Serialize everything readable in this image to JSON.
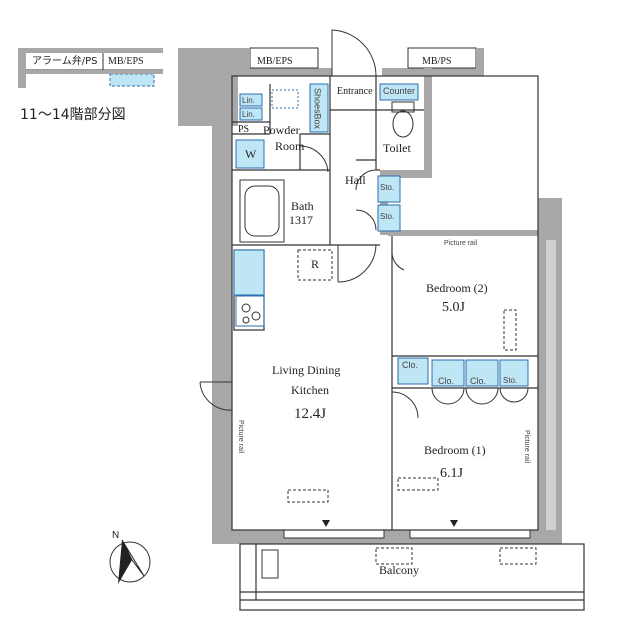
{
  "legend": {
    "alarm_valve_ps": "アラーム弁/PS",
    "mb_eps": "MB/EPS",
    "floor_note": "11〜14階部分図"
  },
  "rooms": {
    "mb_eps_top": "MB/EPS",
    "mb_ps_top": "MB/PS",
    "entrance": "Entrance",
    "shoes_box": "ShoesBox",
    "counter": "Counter",
    "toilet": "Toilet",
    "lin_1": "Lin.",
    "lin_2": "Lin.",
    "ps": "PS",
    "powder_room": "Powder\nRoom",
    "washer": "W",
    "hall": "Hall",
    "sto_1": "Sto.",
    "sto_2": "Sto.",
    "bath": "Bath",
    "bath_size": "1317",
    "refrigerator": "R",
    "bedroom2_name": "Bedroom (2)",
    "bedroom2_size": "5.0J",
    "picture_rail_top": "Picture rail",
    "ldk_name_1": "Living Dining",
    "ldk_name_2": "Kitchen",
    "ldk_size": "12.4J",
    "picture_rail_left": "Picture rail",
    "clo_1": "Clo.",
    "clo_2": "Clo.",
    "clo_3": "Clo.",
    "sto_3": "Sto.",
    "bedroom1_name": "Bedroom (1)",
    "bedroom1_size": "6.1J",
    "picture_rail_right": "Picture rail",
    "balcony": "Balcony",
    "north": "N"
  },
  "colors": {
    "wall": "#a8a8a8",
    "line": "#333333",
    "storage": "#bfe6f5",
    "storage_border": "#2a6fb0"
  }
}
